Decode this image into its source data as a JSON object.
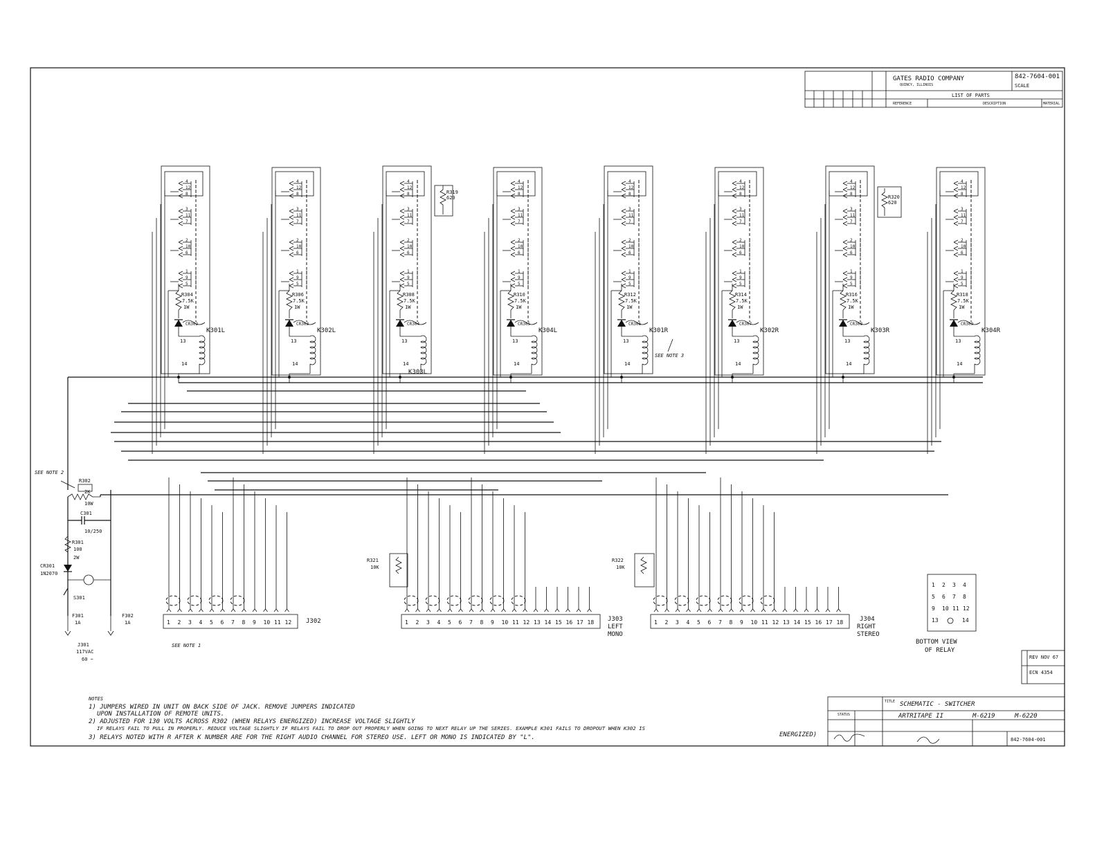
{
  "title_block": {
    "company": "GATES RADIO COMPANY",
    "company_sub": "QUINCY, ILLINOIS",
    "drawing_no_top": "842-7604-001",
    "scale_label": "SCALE",
    "list_of_parts": "LIST OF PARTS",
    "parts_headers": [
      "REFERENCE",
      "DESCRIPTION",
      "MATERIAL"
    ],
    "title_label": "TITLE",
    "title": "SCHEMATIC - SWITCHER",
    "product": "ARTRITAPE II",
    "model_a": "M-6219",
    "model_b": "M-6220",
    "status_label": "STATUS",
    "drawing_no_bottom": "842-7604-001"
  },
  "revision": {
    "line1": "REV NOV 67",
    "line2": "ECN 4354"
  },
  "relays": [
    {
      "id": "K301L",
      "resistor": "R304",
      "value": "7.5K",
      "watt": "1W",
      "diode": "CR302",
      "pin_bottom": "13",
      "pin_coil": "14"
    },
    {
      "id": "K302L",
      "resistor": "R306",
      "value": "7.5K",
      "watt": "1W",
      "diode": "CR303",
      "pin_bottom": "13",
      "pin_coil": "14"
    },
    {
      "id": "K303L",
      "resistor": "R308",
      "value": "7.5K",
      "watt": "1W",
      "diode": "CR304",
      "pin_bottom": "13",
      "pin_coil": "14"
    },
    {
      "id": "K304L",
      "resistor": "R310",
      "value": "7.5K",
      "watt": "1W",
      "diode": "CR305",
      "pin_bottom": "13",
      "pin_coil": "14"
    },
    {
      "id": "K301R",
      "resistor": "R312",
      "value": "7.5K",
      "watt": "1W",
      "diode": "CR306",
      "pin_bottom": "13",
      "pin_coil": "14"
    },
    {
      "id": "K302R",
      "resistor": "R314",
      "value": "7.5K",
      "watt": "1W",
      "diode": "CR307",
      "pin_bottom": "13",
      "pin_coil": "14"
    },
    {
      "id": "K303R",
      "resistor": "R316",
      "value": "7.5K",
      "watt": "1W",
      "diode": "CR308",
      "pin_bottom": "13",
      "pin_coil": "14"
    },
    {
      "id": "K304R",
      "resistor": "R318",
      "value": "7.5K",
      "watt": "1W",
      "diode": "CR309",
      "pin_bottom": "13",
      "pin_coil": "14"
    }
  ],
  "contact_groups": [
    [
      "4",
      "12",
      "8"
    ],
    [
      "3",
      "11",
      "7"
    ],
    [
      "2",
      "10",
      "6"
    ],
    [
      "1",
      "9",
      "5"
    ]
  ],
  "extra_resistors": [
    {
      "ref": "R319",
      "value": "620"
    },
    {
      "ref": "R320",
      "value": "620"
    }
  ],
  "power_supply": {
    "see_note_2": "SEE NOTE 2",
    "pot": "R302",
    "pot_value": "2K",
    "pot_watt": "10W",
    "cap": "C301",
    "cap_value": "10/250",
    "res": "R301",
    "res_value": "100",
    "res_watt": "2W",
    "diode": "CR301",
    "diode_type": "1N2070",
    "switch": "S301",
    "fuse1": "F301",
    "fuse1_value": "1A",
    "fuse2": "F302",
    "fuse2_value": "1A",
    "jack": "J301",
    "mains": "117VAC",
    "freq": "60 ~"
  },
  "connectors": {
    "j302": {
      "label": "J302",
      "pins": [
        "1",
        "2",
        "3",
        "4",
        "5",
        "6",
        "7",
        "8",
        "9",
        "10",
        "11",
        "12"
      ],
      "note": "SEE NOTE 1"
    },
    "j303": {
      "label": "J303",
      "sub1": "LEFT",
      "sub2": "MONO",
      "pins": [
        "1",
        "2",
        "3",
        "4",
        "5",
        "6",
        "7",
        "8",
        "9",
        "10",
        "11",
        "12",
        "13",
        "14",
        "15",
        "16",
        "17",
        "18"
      ]
    },
    "j304": {
      "label": "J304",
      "sub1": "RIGHT",
      "sub2": "STEREO",
      "pins": [
        "1",
        "2",
        "3",
        "4",
        "5",
        "6",
        "7",
        "8",
        "9",
        "10",
        "11",
        "12",
        "13",
        "14",
        "15",
        "16",
        "17",
        "18"
      ]
    }
  },
  "load_resistors": [
    {
      "ref": "R321",
      "value": "10K"
    },
    {
      "ref": "R322",
      "value": "10K"
    }
  ],
  "see_note_3": "SEE NOTE 3",
  "relay_bottom_view": {
    "rows": [
      [
        "1",
        "2",
        "3",
        "4"
      ],
      [
        "5",
        "6",
        "7",
        "8"
      ],
      [
        "9",
        "10",
        "11",
        "12"
      ],
      [
        "13",
        "14"
      ]
    ],
    "caption1": "BOTTOM VIEW",
    "caption2": "OF RELAY"
  },
  "notes": {
    "heading": "NOTES",
    "n1a": "1) JUMPERS WIRED IN UNIT ON BACK SIDE OF JACK. REMOVE JUMPERS INDICATED",
    "n1b": "UPON INSTALLATION OF REMOTE UNITS.",
    "n2a": "2) ADJUSTED FOR 130 VOLTS ACROSS R302 (WHEN RELAYS ENERGIZED) INCREASE VOLTAGE SLIGHTLY",
    "n2b": "IF RELAYS FAIL TO PULL IN PROPERLY. REDUCE VOLTAGE SLIGHTLY IF RELAYS FAIL TO DROP OUT PROPERLY WHEN GOING TO NEXT RELAY UP THE SERIES. EXAMPLE K301 FAILS TO DROPOUT WHEN K302 IS",
    "n2c": "ENERGIZED)",
    "n3": "3) RELAYS NOTED WITH R AFTER K NUMBER ARE FOR THE RIGHT AUDIO CHANNEL FOR STEREO USE. LEFT OR MONO IS INDICATED BY \"L\"."
  }
}
